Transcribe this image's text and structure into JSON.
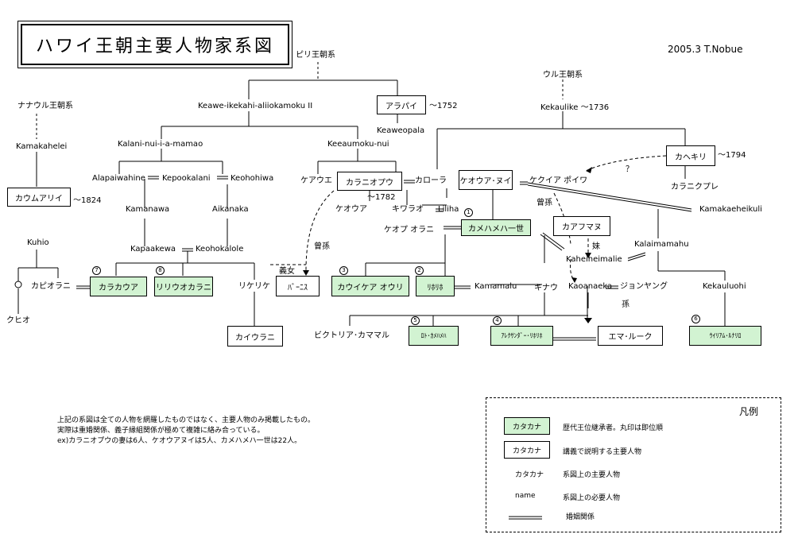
{
  "header": {
    "title": "ハワイ王朝主要人物家系図",
    "credit": "2005.3 T.Nobue"
  },
  "texts": {
    "piri": "ピリ王朝系",
    "ulu": "ウル王朝系",
    "nanaulu": "ナナウル王朝系",
    "keawe": "Keawe-ikekahi-aliiokamoku II",
    "kekaulike": "Kekaulike ～1736",
    "d1752": "～1752",
    "keaweopala": "Keaweopala",
    "kamakahelei": "Kamakahelei",
    "kalani": "Kalani-nui-i-a-mamao",
    "keeaumoku": "Keeaumoku-nui",
    "d1794": "～1794",
    "alapaiwahine": "Alapaiwahine",
    "kepookalani": "Kepookalani",
    "keohohiwa": "Keohohiwa",
    "keaue": "ケアウエ",
    "karora": "カローラ",
    "kekuiapoiwa": "ケクイア ポイワ",
    "question": "？",
    "kalanikupule": "カラニクプレ",
    "d1824": "～1824",
    "d1782": "～1782",
    "keoua": "ケオウア",
    "kiwarao": "キワラオ",
    "liliha": "Liliha",
    "soson1": "曾孫",
    "kamakaeheikuli": "Kamakaeheikuli",
    "kamanawa": "Kamanawa",
    "aikanaka": "Aikanaka",
    "keopuolani": "ケオプ オラニ",
    "mei": "妹",
    "kuhio": "Kuhio",
    "kalaimamahu": "Kalaimamahu",
    "kapaakewa": "Kapaakewa",
    "keohokalole": "Keohokalole",
    "kaheiheimalie": "Kaheiheimalie",
    "soson2": "曾孫",
    "gijo": "義女",
    "kapiolani": "カピオラニ",
    "rikerike": "リケリケ",
    "kamamalu": "Kamamalu",
    "kinau": "キナウ",
    "kaoanaeka": "Kaoanaeka",
    "young": "ジョンヤング",
    "kekauluohi": "Kekauluohi",
    "kuhio2": "クヒオ",
    "mago": "孫",
    "victoria": "ビクトリア･カママル"
  },
  "boxes": {
    "kaumualii": "カウムアリイ",
    "arapai": "アラパイ",
    "kahekili": "カヘキリ",
    "kalaniopuu": "カラニオプウ",
    "keouanui": "ケオウア･ヌイ",
    "kamehameha1": "カメハメハ一世",
    "kaahumanu": "カアフマヌ",
    "kalakaua": "カラカウア",
    "liliuokalani": "リリウオカラニ",
    "bernice": "ﾊﾞｰﾆｽ",
    "kauikeaouli": "カウイケア オウリ",
    "liholiho": "ﾘﾎﾘﾎ",
    "kaiulani": "カイウラニ",
    "lot": "ﾛﾄ･ｶﾒﾊﾒﾊ",
    "alexander": "ｱﾚｸｻﾝﾀﾞｰ･ﾘﾎﾘﾎ",
    "emma": "エマ･ルーク",
    "lunalilo": "ｳｲﾘｱﾑ･ﾙﾅﾘﾛ"
  },
  "nums": {
    "kamehameha1": "1",
    "liholiho": "2",
    "kauikeaouli": "3",
    "alexander": "4",
    "lot": "5",
    "lunalilo": "6",
    "kalakaua": "7",
    "liliuokalani": "8"
  },
  "notes": {
    "line1": "上記の系図は全ての人物を網羅したものではなく、主要人物のみ掲載したもの。",
    "line2": "実際は重婚関係、義子縁組関係が極めて複雑に絡み合っている。",
    "line3": "ex)カラニオプウの妻は6人、ケオウアヌイは5人、カメハメハ一世は22人。"
  },
  "legend": {
    "title": "凡例",
    "green_sample": "カタカナ",
    "green_desc": "歴代王位継承者。丸印は即位順",
    "white_sample": "カタカナ",
    "white_desc": "講義で説明する主要人物",
    "kata_sample": "カタカナ",
    "kata_desc": "系図上の主要人物",
    "name_sample": "name",
    "name_desc": "系図上の必要人物",
    "marriage_desc": "婚姻関係",
    "green_color": "#d2f3d2"
  }
}
